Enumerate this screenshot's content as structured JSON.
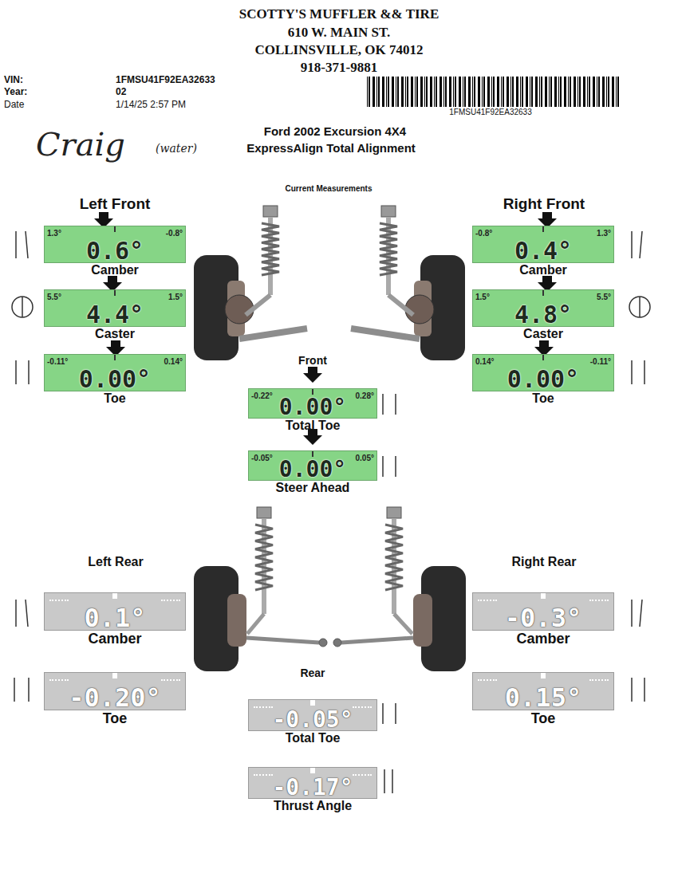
{
  "diagram": {
    "nodes": [
      {
        "text": [
          "1.3°",
          "-0.8°",
          "0.6°",
          "Camber"
        ]
      },
      {
        "text": [
          "-0.8°",
          "1.3°",
          "0.4°",
          "Camber"
        ]
      },
      {
        "text": [
          "5.5°",
          "1.5°",
          "4.4°",
          "Caster"
        ]
      },
      {
        "text": [
          "1.5°",
          "5.5°",
          "4.8°",
          "Caster"
        ]
      },
      {
        "text": [
          "-0.11°",
          "0.14°",
          "0.00°",
          "Toe"
        ]
      },
      {
        "text": [
          "0.14°",
          "-0.11°",
          "0.00°",
          "Toe"
        ]
      },
      {
        "text": [
          "-0.22°",
          "0.28°",
          "0.00°",
          "Total Toe"
        ]
      },
      {
        "text": [
          "-0.05°",
          "0.05°",
          "0.00°",
          "Steer Ahead"
        ]
      },
      {
        "text": [
          "0.1°",
          "Camber"
        ]
      },
      {
        "text": [
          "-0.3°",
          "Camber"
        ]
      },
      {
        "text": [
          "-0.20°",
          "Toe"
        ]
      },
      {
        "text": [
          "0.15°",
          "Toe"
        ]
      },
      {
        "text": [
          "-0.05°",
          "Total Toe"
        ]
      },
      {
        "text": [
          "-0.17°",
          "Thrust Angle"
        ]
      }
    ],
    "labels": [
      "SCOTTY'S MUFFLER && TIRE",
      "610 W. MAIN ST.",
      "COLLINSVILLE, OK 74012",
      "918-371-9881",
      "VIN:",
      "1FMSU41F92EA32633",
      "Year:",
      "02",
      "Date",
      "1/14/25 2:57 PM",
      "1FMSU41F92EA32633",
      "Craig",
      "(water)",
      "Ford 2002 Excursion 4X4",
      "ExpressAlign Total Alignment",
      "Current Measurements",
      "Left Front",
      "Right Front",
      "Front",
      "Left Rear",
      "Right Rear",
      "Rear"
    ]
  }
}
